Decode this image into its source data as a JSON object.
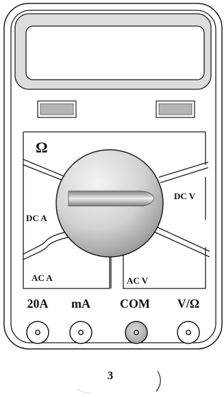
{
  "meter": {
    "display_value": "",
    "dial_zones": {
      "ohm": "Ω",
      "dc_volts": "DC V",
      "dc_amps": "DC A",
      "ac_amps": "AC A",
      "ac_volts": "AC V"
    },
    "jacks": [
      {
        "label": "20A",
        "highlighted": false
      },
      {
        "label": "mA",
        "highlighted": false
      },
      {
        "label": "COM",
        "highlighted": true
      },
      {
        "label": "V/Ω",
        "highlighted": false
      }
    ]
  },
  "page": {
    "number": "3"
  },
  "colors": {
    "outline": "#1a1a1a",
    "button_fill": "#b4b4b4",
    "knob_light": "#f2f2f2",
    "knob_dark": "#9a9a9a",
    "com_jack_fill": "#c8c8c8"
  }
}
